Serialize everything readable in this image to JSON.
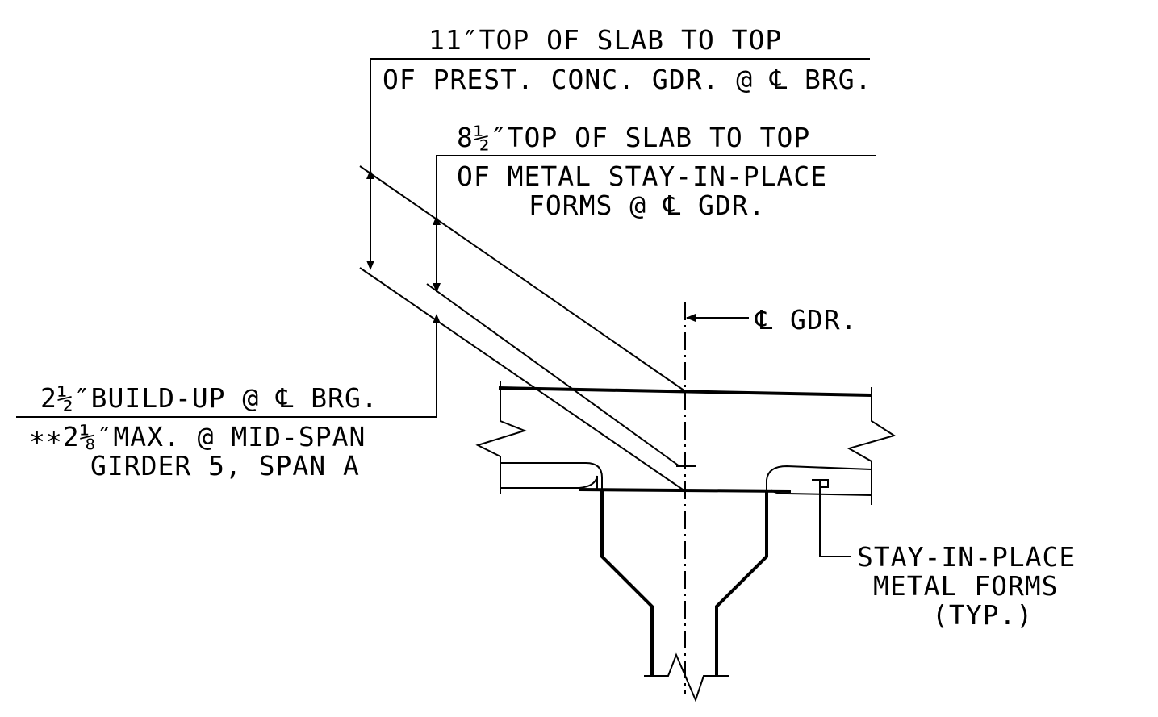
{
  "labels": {
    "slab11_line1": "11″TOP OF SLAB TO TOP",
    "slab11_line2": "OF PREST. CONC. GDR. @ ℄ BRG.",
    "slab8_line1": "8½″TOP OF SLAB TO TOP",
    "slab8_line2": "OF METAL STAY-IN-PLACE",
    "slab8_line3": "FORMS @ ℄ GDR.",
    "cl_gdr": "℄ GDR.",
    "buildup_line1": "2½″BUILD-UP @ ℄ BRG.",
    "buildup_line2": "∗∗2⅛″MAX. @ MID-SPAN",
    "buildup_line3": "GIRDER 5, SPAN A",
    "forms_line1": "STAY-IN-PLACE",
    "forms_line2": "METAL FORMS",
    "forms_line3": "(TYP.)"
  }
}
